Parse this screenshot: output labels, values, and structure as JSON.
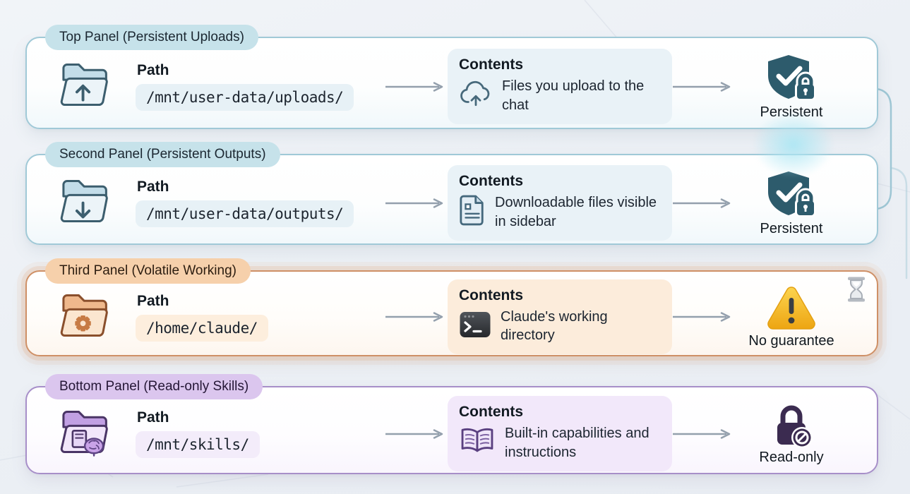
{
  "panels": [
    {
      "label": "Top Panel (Persistent Uploads)",
      "path_label": "Path",
      "path_value": "/mnt/user-data/uploads/",
      "contents_label": "Contents",
      "contents_text": "Files you upload to the chat",
      "status_label": "Persistent",
      "folder_icon": "folder-arrow-up-icon",
      "contents_icon": "cloud-upload-icon",
      "status_icon": "shield-check-lock-icon",
      "accent_color": "#a0c9d7"
    },
    {
      "label": "Second Panel (Persistent Outputs)",
      "path_label": "Path",
      "path_value": "/mnt/user-data/outputs/",
      "contents_label": "Contents",
      "contents_text": "Downloadable files visible in sidebar",
      "status_label": "Persistent",
      "folder_icon": "folder-arrow-down-icon",
      "contents_icon": "document-icon",
      "status_icon": "shield-check-lock-icon",
      "accent_color": "#a0c9d7"
    },
    {
      "label": "Third Panel (Volatile Working)",
      "path_label": "Path",
      "path_value": "/home/claude/",
      "contents_label": "Contents",
      "contents_text": "Claude's working directory",
      "status_label": "No guarantee",
      "folder_icon": "folder-gear-icon",
      "contents_icon": "terminal-icon",
      "status_icon": "warning-triangle-icon",
      "corner_icon": "hourglass-icon",
      "accent_color": "#cf9066"
    },
    {
      "label": "Bottom Panel (Read-only Skills)",
      "path_label": "Path",
      "path_value": "/mnt/skills/",
      "contents_label": "Contents",
      "contents_text": "Built-in capabilities and instructions",
      "status_label": "Read-only",
      "folder_icon": "folder-book-brain-icon",
      "contents_icon": "open-book-icon",
      "status_icon": "lock-prohibited-icon",
      "accent_color": "#a78fc9"
    }
  ],
  "colors": {
    "teal_accent": "#a0c9d7",
    "orange_accent": "#cf9066",
    "purple_accent": "#a78fc9",
    "persistent_icon": "#2d5b6c",
    "warning_icon": "#f5c21d",
    "readonly_icon": "#3b2b50",
    "arrow": "#94a0ad"
  }
}
